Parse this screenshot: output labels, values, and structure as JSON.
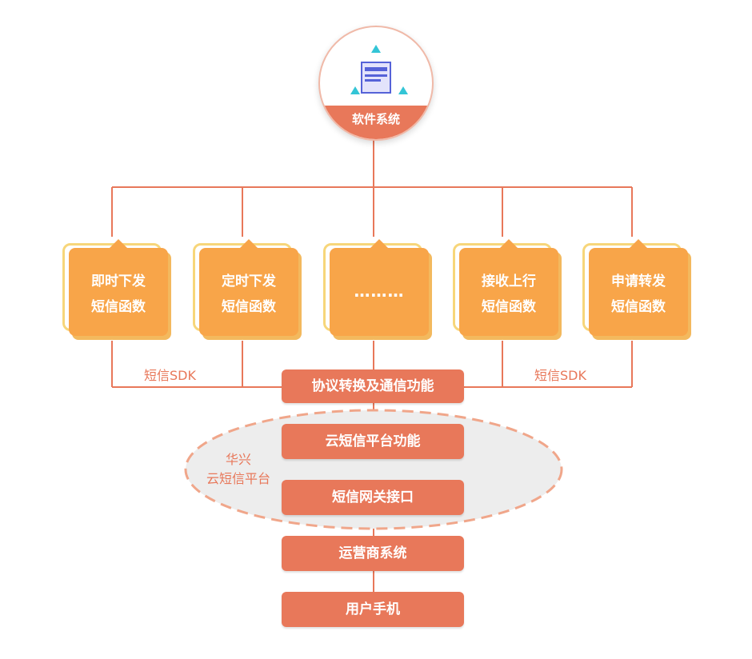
{
  "system": {
    "label": "软件系统"
  },
  "functions": [
    {
      "line1": "即时下发",
      "line2": "短信函数"
    },
    {
      "line1": "定时下发",
      "line2": "短信函数"
    },
    {
      "line1": "………",
      "line2": ""
    },
    {
      "line1": "接收上行",
      "line2": "短信函数"
    },
    {
      "line1": "申请转发",
      "line2": "短信函数"
    }
  ],
  "sdk_labels": {
    "left": "短信SDK",
    "right": "短信SDK"
  },
  "protocol_bar": "协议转换及通信功能",
  "platform": {
    "name_line1": "华兴",
    "name_line2": "云短信平台",
    "function_bar": "云短信平台功能",
    "gateway_bar": "短信网关接口"
  },
  "operator_bar": "运营商系统",
  "phone_bar": "用户手机",
  "colors": {
    "accent": "#e8785a",
    "card": "#f8a549",
    "card_outline": "#f7d67a",
    "platform_fill": "#ededed"
  }
}
